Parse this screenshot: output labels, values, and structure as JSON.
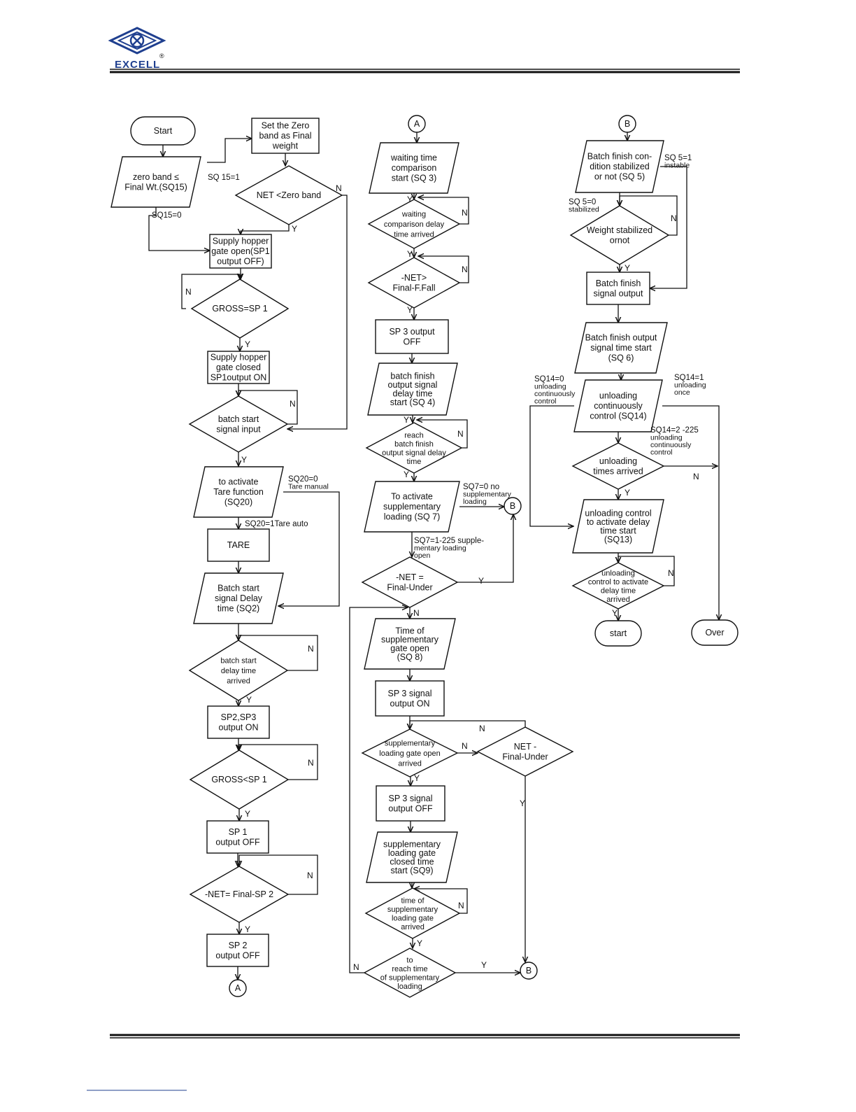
{
  "header": {
    "logo_text": "EXCELL",
    "logo_mark": "®"
  },
  "colors": {
    "brand": "#1f3f8f",
    "line": "#111111"
  },
  "flowchart": {
    "nodes": [
      {
        "id": "start_top",
        "shape": "terminal",
        "lines": [
          "Start"
        ]
      },
      {
        "id": "zero_band",
        "shape": "para",
        "lines": [
          "zero band ≤",
          "Final Wt.(SQ15)"
        ]
      },
      {
        "id": "set_zero",
        "shape": "rect",
        "lines": [
          "Set the Zero",
          "band as Final",
          "weight"
        ]
      },
      {
        "id": "net_zero",
        "shape": "diamond",
        "lines": [
          "NET <Zero band"
        ]
      },
      {
        "id": "supply_open",
        "shape": "rect",
        "lines": [
          "Supply hopper",
          "gate open(SP1",
          "output OFF)"
        ]
      },
      {
        "id": "gross_sp1",
        "shape": "diamond",
        "lines": [
          "GROSS=SP 1"
        ]
      },
      {
        "id": "supply_closed",
        "shape": "rect",
        "lines": [
          "Supply hopper",
          "gate closed",
          "SP1output ON"
        ]
      },
      {
        "id": "batch_start_input",
        "shape": "diamond",
        "lines": [
          "batch start",
          "signal input"
        ]
      },
      {
        "id": "tare_func",
        "shape": "para",
        "lines": [
          "to activate",
          "Tare function",
          "(SQ20)"
        ]
      },
      {
        "id": "tare",
        "shape": "rect",
        "lines": [
          "TARE"
        ]
      },
      {
        "id": "batch_delay",
        "shape": "para",
        "lines": [
          "Batch start",
          "signal Delay",
          "time (SQ2)"
        ]
      },
      {
        "id": "batch_delay_arrived",
        "shape": "diamond",
        "lines": [
          "batch start",
          "delay time",
          "arrived"
        ]
      },
      {
        "id": "sp23_on",
        "shape": "rect",
        "lines": [
          "SP2,SP3",
          "output ON"
        ]
      },
      {
        "id": "gross_lt_sp1",
        "shape": "diamond",
        "lines": [
          "GROSS<SP 1"
        ]
      },
      {
        "id": "sp1_off",
        "shape": "rect",
        "lines": [
          "SP 1",
          "output OFF"
        ]
      },
      {
        "id": "net_final_sp2",
        "shape": "diamond",
        "lines": [
          "-NET= Final-SP 2"
        ]
      },
      {
        "id": "sp2_off",
        "shape": "rect",
        "lines": [
          "SP 2",
          "output OFF"
        ]
      },
      {
        "id": "conn_a_bottom",
        "shape": "circle",
        "lines": [
          "A"
        ]
      },
      {
        "id": "conn_a_top",
        "shape": "circle",
        "lines": [
          "A"
        ]
      },
      {
        "id": "wait_cmp",
        "shape": "para",
        "lines": [
          "waiting time",
          "comparison",
          "start (SQ 3)"
        ]
      },
      {
        "id": "wait_arrived",
        "shape": "diamond",
        "lines": [
          "waiting",
          "comparison delay",
          "time arrived"
        ]
      },
      {
        "id": "net_ffall",
        "shape": "diamond",
        "lines": [
          "-NET>",
          "Final-F.Fall"
        ]
      },
      {
        "id": "sp3_off_a",
        "shape": "rect",
        "lines": [
          "SP 3 output",
          "OFF"
        ]
      },
      {
        "id": "batch_finish_delay",
        "shape": "para",
        "lines": [
          "batch finish",
          "output signal",
          "delay time",
          "start (SQ 4)"
        ]
      },
      {
        "id": "reach_finish",
        "shape": "diamond",
        "lines": [
          "reach",
          "batch finish",
          "output signal delay",
          "time"
        ]
      },
      {
        "id": "supp_load",
        "shape": "para",
        "lines": [
          "To activate",
          "supplementary",
          "loading (SQ 7)"
        ]
      },
      {
        "id": "conn_b_mid",
        "shape": "circle",
        "lines": [
          "B"
        ]
      },
      {
        "id": "net_under_1",
        "shape": "diamond",
        "lines": [
          "-NET =",
          "Final-Under"
        ]
      },
      {
        "id": "supp_gate_time",
        "shape": "para",
        "lines": [
          "Time of",
          "supplementary",
          "gate open",
          "(SQ 8)"
        ]
      },
      {
        "id": "sp3_on",
        "shape": "rect",
        "lines": [
          "SP 3 signal",
          "output ON"
        ]
      },
      {
        "id": "supp_gate_arrived",
        "shape": "diamond",
        "lines": [
          "supplementary",
          "loading gate open",
          "arrived"
        ]
      },
      {
        "id": "net_under_2",
        "shape": "diamond",
        "lines": [
          "NET -",
          "Final-Under"
        ]
      },
      {
        "id": "sp3_off_b",
        "shape": "rect",
        "lines": [
          "SP 3 signal",
          "output OFF"
        ]
      },
      {
        "id": "supp_closed_time",
        "shape": "para",
        "lines": [
          "supplementary",
          "loading gate",
          "closed time",
          "start (SQ9)"
        ]
      },
      {
        "id": "supp_closed_arrived",
        "shape": "diamond",
        "lines": [
          "time of",
          "supplementary",
          "loading gate",
          "arrived"
        ]
      },
      {
        "id": "reach_supp",
        "shape": "diamond",
        "lines": [
          "to",
          "reach time",
          "of supplementary",
          "loading"
        ]
      },
      {
        "id": "conn_b_bottom",
        "shape": "circle",
        "lines": [
          "B"
        ]
      },
      {
        "id": "conn_b_top",
        "shape": "circle",
        "lines": [
          "B"
        ]
      },
      {
        "id": "finish_stab",
        "shape": "para",
        "lines": [
          "Batch finish con-",
          "dition stabilized",
          "or not (SQ 5)"
        ]
      },
      {
        "id": "weight_stab",
        "shape": "diamond",
        "lines": [
          "Weight stabilized",
          "ornot"
        ]
      },
      {
        "id": "finish_out",
        "shape": "rect",
        "lines": [
          "Batch finish",
          "signal output"
        ]
      },
      {
        "id": "finish_time",
        "shape": "para",
        "lines": [
          "Batch finish output",
          "signal  time start",
          "(SQ 6)"
        ]
      },
      {
        "id": "unload_ctrl",
        "shape": "para",
        "lines": [
          "unloading",
          "continuously",
          "control (SQ14)"
        ]
      },
      {
        "id": "unload_times",
        "shape": "diamond",
        "lines": [
          "unloading",
          "times arrived"
        ]
      },
      {
        "id": "unload_delay",
        "shape": "para",
        "lines": [
          "unloading control",
          "to activate delay",
          "time start",
          "(SQ13)"
        ]
      },
      {
        "id": "unload_delay_arrived",
        "shape": "diamond",
        "lines": [
          "unloading",
          "control to activate",
          "delay time",
          "arrived"
        ]
      },
      {
        "id": "start_bottom",
        "shape": "terminal",
        "lines": [
          "start"
        ]
      },
      {
        "id": "over",
        "shape": "terminal",
        "lines": [
          "Over"
        ]
      }
    ],
    "annotations": [
      {
        "id": "sq15_1",
        "lines": [
          "SQ 15=1"
        ]
      },
      {
        "id": "sq15_0",
        "lines": [
          "SQ15=0"
        ]
      },
      {
        "id": "sq20_0",
        "lines": [
          "SQ20=0",
          "Tare manual"
        ]
      },
      {
        "id": "sq20_1",
        "lines": [
          "SQ20=1Tare auto"
        ]
      },
      {
        "id": "sq7_0",
        "lines": [
          "SQ7=0 no",
          "supplementary",
          "loading"
        ]
      },
      {
        "id": "sq7_1",
        "lines": [
          "SQ7=1-225 supple-",
          "mentary loading",
          "open"
        ]
      },
      {
        "id": "sq5_1",
        "lines": [
          "SQ 5=1",
          "instable"
        ]
      },
      {
        "id": "sq5_0",
        "lines": [
          "SQ 5=0",
          "stabilized"
        ]
      },
      {
        "id": "sq14_0",
        "lines": [
          "SQ14=0",
          "unloading",
          "continuously",
          "control"
        ]
      },
      {
        "id": "sq14_1",
        "lines": [
          "SQ14=1",
          "unloading",
          "once"
        ]
      },
      {
        "id": "sq14_2",
        "lines": [
          "SQ14=2 -225",
          "unloading",
          "continuously",
          "control"
        ]
      }
    ],
    "branch_labels": [
      "Y",
      "N"
    ]
  }
}
